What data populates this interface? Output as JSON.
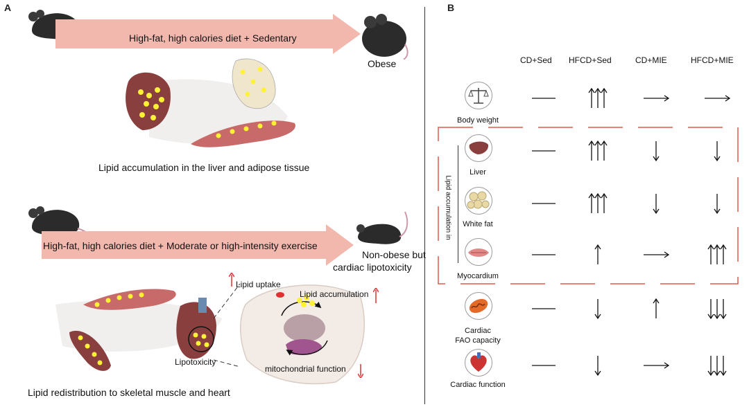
{
  "panels": {
    "a": "A",
    "b": "B"
  },
  "panel_a": {
    "top_arrow": "High-fat, high calories diet + Sedentary",
    "top_outcome": "Obese",
    "top_caption": "Lipid accumulation in the liver and adipose tissue",
    "bottom_arrow": "High-fat, high calories diet + Moderate or high-intensity exercise",
    "bottom_outcome_line1": "Non-obese but",
    "bottom_outcome_line2": "cardiac lipotoxicity",
    "lipid_uptake": "Lipid uptake",
    "lipid_accumulation": "Lipid accumulation",
    "lipotoxicity": "Lipotoxicity",
    "mito": "mitochondrial function",
    "bottom_caption": "Lipid redistribution to skeletal muscle and heart"
  },
  "panel_b": {
    "columns": [
      "CD+Sed",
      "HFCD+Sed",
      "CD+MIE",
      "HFCD+MIE"
    ],
    "group_label": "Lipid accumulation in",
    "rows": [
      {
        "label": "Body weight",
        "icon": "scale-icon",
        "cells": [
          "dash",
          "up3",
          "right",
          "right"
        ]
      },
      {
        "label": "Liver",
        "icon": "liver-icon",
        "cells": [
          "dash",
          "up3",
          "down",
          "down"
        ]
      },
      {
        "label": "White fat",
        "icon": "fat-cells-icon",
        "cells": [
          "dash",
          "up3",
          "down",
          "down"
        ]
      },
      {
        "label": "Myocardium",
        "icon": "myocardium-icon",
        "cells": [
          "dash",
          "up",
          "right",
          "up3"
        ]
      },
      {
        "label": "Cardiac",
        "label2": "FAO capacity",
        "icon": "mitochondrion-icon",
        "cells": [
          "dash",
          "down",
          "up",
          "down3"
        ]
      },
      {
        "label": "Cardiac function",
        "icon": "heart-icon",
        "cells": [
          "dash",
          "down",
          "right",
          "down3"
        ]
      }
    ]
  },
  "colors": {
    "arrow_band": "#f2b8ae",
    "dashed_box": "#e05a4a",
    "fat": "#fff236",
    "liver": "#8a3f3f",
    "up_mark": "#d33"
  }
}
